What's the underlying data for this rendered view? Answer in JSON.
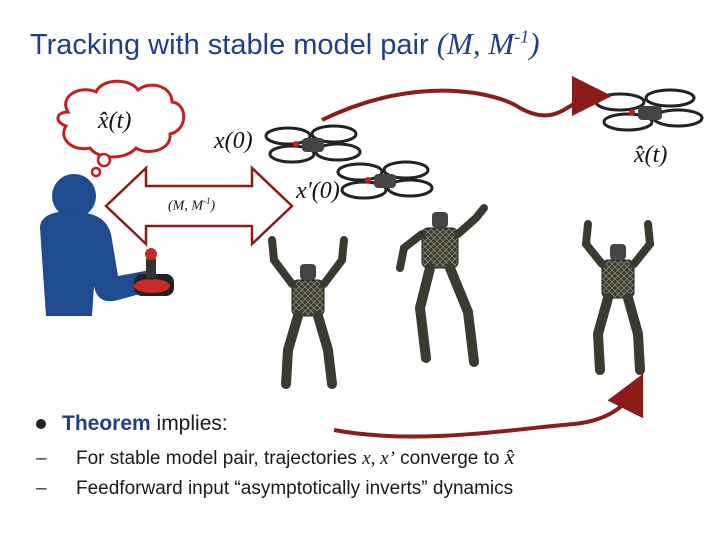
{
  "title": {
    "text": "Tracking with stable model pair",
    "math": "(M, M",
    "exponent": "-1",
    "math_close": ")"
  },
  "figure": {
    "thought_label": "x̂(t)",
    "drone_label_1": "x(0)",
    "drone_label_2": "x'(0)",
    "target_label": "x̂(t)",
    "arrow_label": "(M, M",
    "arrow_exponent": "-1",
    "arrow_label_close": ")"
  },
  "bullets": {
    "main_bold": "Theorem",
    "main_rest": " implies:",
    "sub1_dash": "–",
    "sub1_text": "For stable model pair, trajectories ",
    "sub1_math": "x, x’",
    "sub1_text2": " converge to ",
    "sub1_target": "x̂",
    "sub2_dash": "–",
    "sub2_text": "Feedforward input “asymptotically inverts” dynamics"
  },
  "colors": {
    "title": "#1f3f8a",
    "arrow": "#8b1c1c",
    "person": "#1f4b8f"
  }
}
